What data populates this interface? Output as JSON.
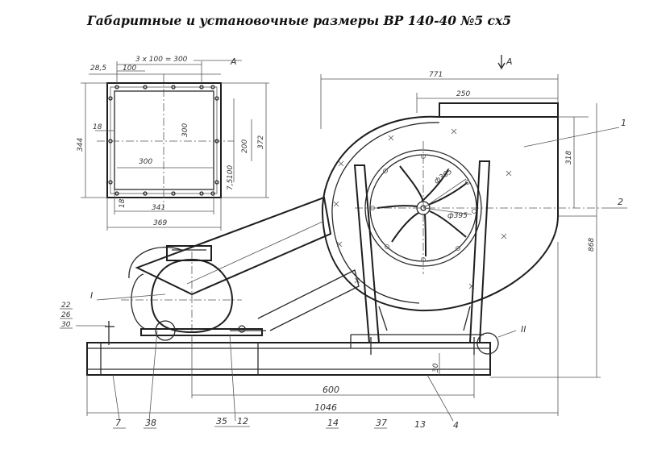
{
  "title": "Габаритные и установочные размеры ВР 140-40 №5 сх5",
  "flange_view": {
    "label_A": "A",
    "dims": {
      "d285": "28,5",
      "d3x100": "3 x 100 = 300",
      "d100_top": "100",
      "d344": "344",
      "d18_left": "18",
      "d300_center": "300",
      "d200": "200",
      "d372": "372",
      "d100_right": "100",
      "d75": "7,5",
      "d300_bottom": "300",
      "d18_bottom": "18",
      "d341": "341",
      "d369": "369"
    }
  },
  "main_view": {
    "arrow_label": "A",
    "dims": {
      "d771": "771",
      "d250": "250",
      "d318": "318",
      "d868": "868",
      "d600": "600",
      "d1046": "1046",
      "d30": "30",
      "d365": "ф365",
      "d395": "ф395"
    },
    "callouts": {
      "c1": "1",
      "c2": "2",
      "c_I": "I",
      "c_II": "II",
      "c22": "22",
      "c26": "26",
      "c30": "30",
      "c7": "7",
      "c38": "38",
      "c35": "35",
      "c12": "12",
      "c14": "14",
      "c37": "37",
      "c13": "13",
      "c4": "4"
    }
  }
}
